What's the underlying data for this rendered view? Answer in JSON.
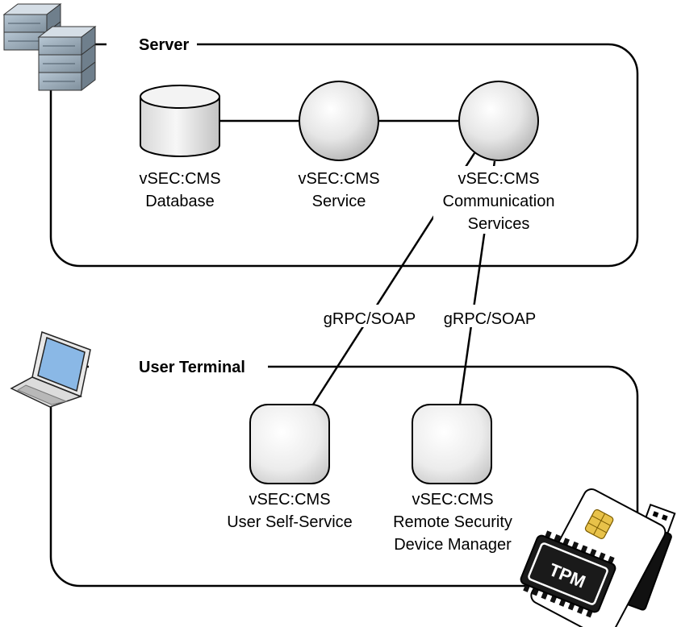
{
  "groups": {
    "server": {
      "label": "Server",
      "icon": "server-rack-icon"
    },
    "terminal": {
      "label": "User Terminal",
      "icon": "laptop-icon"
    }
  },
  "nodes": {
    "database": {
      "line1": "vSEC:CMS",
      "line2": "Database"
    },
    "service": {
      "line1": "vSEC:CMS",
      "line2": "Service"
    },
    "comm": {
      "line1": "vSEC:CMS",
      "line2": "Communication",
      "line3": "Services"
    },
    "selfservice": {
      "line1": "vSEC:CMS",
      "line2": "User Self-Service"
    },
    "rsdm": {
      "line1": "vSEC:CMS",
      "line2": "Remote Security",
      "line3": "Device Manager"
    }
  },
  "connections": {
    "left_protocol": "gRPC/SOAP",
    "right_protocol": "gRPC/SOAP"
  },
  "devices": {
    "tpm": {
      "label": "TPM",
      "icon": "tpm-chip-icon"
    },
    "smartcard": {
      "icon": "smart-card-icon"
    },
    "usb": {
      "icon": "usb-token-icon"
    }
  }
}
